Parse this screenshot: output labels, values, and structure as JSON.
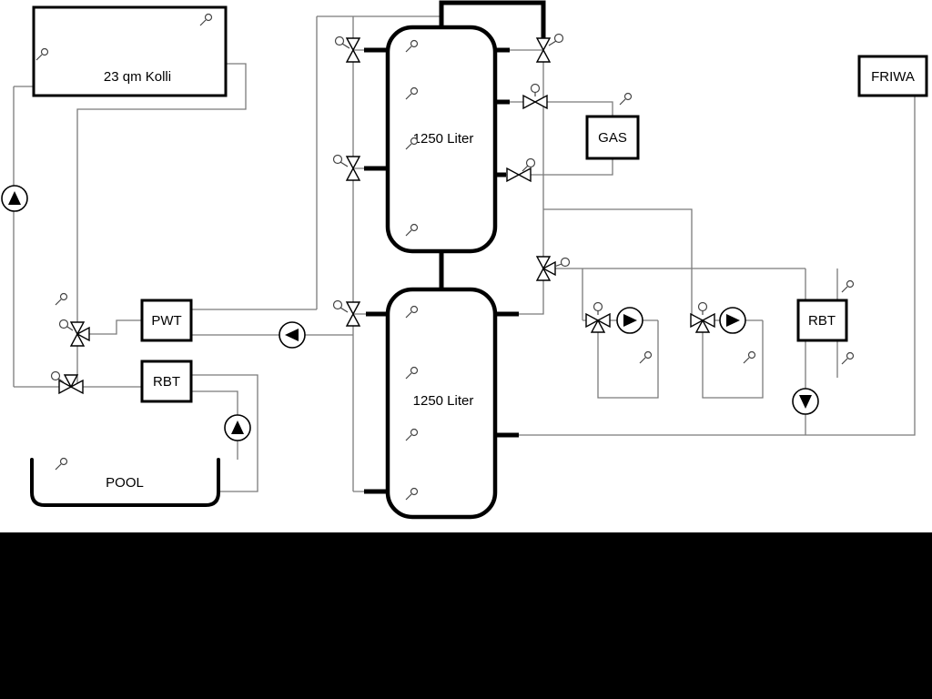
{
  "diagram": {
    "collector": {
      "label": "23 qm Kolli"
    },
    "tank_top": {
      "label": "1250 Liter"
    },
    "tank_bottom": {
      "label": "1250 Liter"
    },
    "gas": {
      "label": "GAS"
    },
    "friwa": {
      "label": "FRIWA"
    },
    "pwt": {
      "label": "PWT"
    },
    "rbt_left": {
      "label": "RBT"
    },
    "rbt_right": {
      "label": "RBT"
    },
    "pool": {
      "label": "POOL"
    },
    "colors": {
      "background": "#ffffff",
      "letterbox": "#000000",
      "pipe_thick": "#000000",
      "pipe_thin": "#7b7b7b"
    }
  }
}
